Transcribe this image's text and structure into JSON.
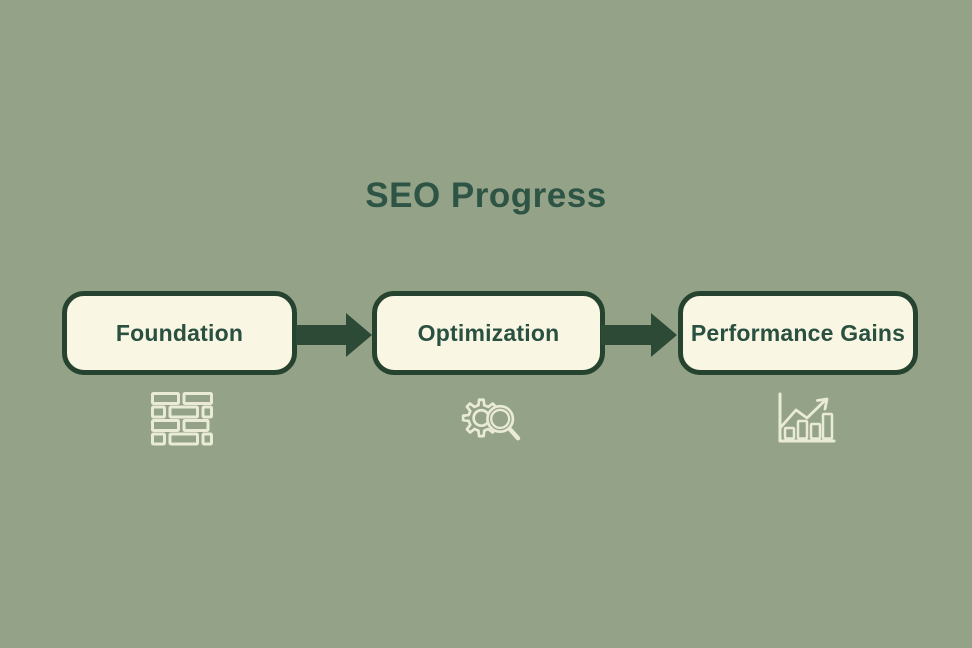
{
  "title": "SEO Progress",
  "diagram": {
    "steps": [
      {
        "label": "Foundation",
        "icon": "bricks-icon"
      },
      {
        "label": "Optimization",
        "icon": "gear-magnifier-icon"
      },
      {
        "label": "Performance Gains",
        "icon": "growth-chart-icon"
      }
    ],
    "connector": "right-arrow"
  },
  "colors": {
    "background": "#94a388",
    "box_fill": "#f9f6e3",
    "box_border": "#26432f",
    "box_text": "#295040",
    "title_text": "#2d5444",
    "arrow": "#2c4a35",
    "icon_stroke": "#f0f1dd"
  }
}
